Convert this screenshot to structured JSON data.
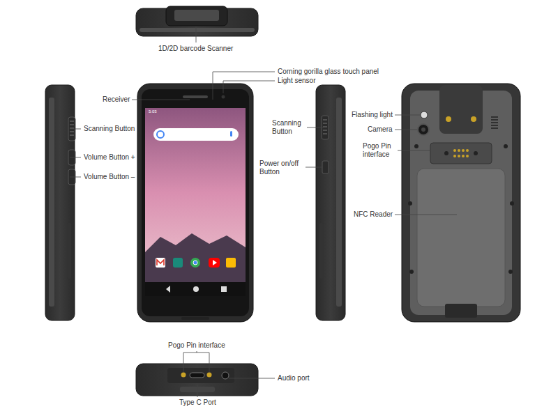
{
  "diagram": {
    "labels": [
      "1D/2D barcode Scanner",
      "Corning gorilla glass touch panel",
      "Light sensor",
      "Receiver",
      "Scanning Button",
      "Volume Button +",
      "Volume Button –",
      "Scanning Button",
      "Power on/off Button",
      "Flashing light",
      "Camera",
      "Pogo Pin interface",
      "NFC Reader",
      "Pogo Pin interface",
      "Audio port",
      "Type C Port",
      "5:03"
    ]
  }
}
